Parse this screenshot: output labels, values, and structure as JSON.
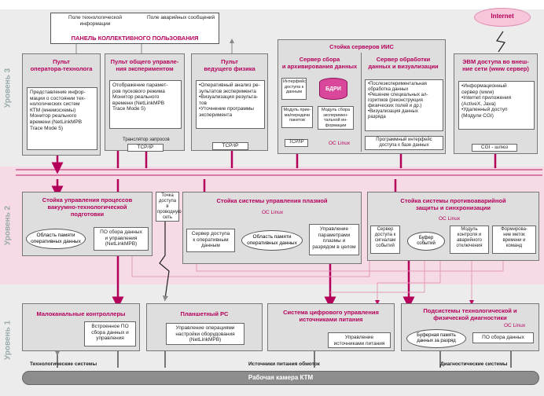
{
  "levels": {
    "l3": "Уровень 3",
    "l2": "Уровень 2",
    "l1": "Уровень 1"
  },
  "panel": {
    "field1": "Поле технологической\nинформации",
    "field2": "Поле аварийных сообщений",
    "title": "ПАНЕЛЬ КОЛЛЕКТИВНОГО ПОЛЬЗОВАНИЯ"
  },
  "internet": {
    "label": "Internet"
  },
  "operator": {
    "title": "Пульт\nоператора-технолога",
    "text": "Представление инфор-\nмации о состоянии тех-\nнологических систем\nКТМ (мнемосхемы)\nМонитор реального\nвремени (NetLinkMPB\nTrace Mode 5)"
  },
  "experiment": {
    "title": "Пульт общего управле-\nния экспериментом",
    "text": "Отображение парамет-\nров пускового режима\nМонитор реального\nвремени (NetLinkMPB\nTrace Mode 5)",
    "translator": "Транслятор запросов",
    "tcp": "TCP/IP"
  },
  "physicist": {
    "title": "Пульт\nведущего физика",
    "text": "•Оперативный анализ ре-\nзультатов эксперимента\n•Визуализация результа-\nтов\n•Уточнение программы\nэксперимента",
    "tcp": "TCP/IP"
  },
  "ias": {
    "title": "Стойка серверов ИИС",
    "collect_title": "Сервер сбора\nи архивирования данных",
    "access_if": "Интерфейс\nдоступа к\nданным",
    "db": "БДРИ",
    "receive_mod": "Модуль прие-\nма/передачи\nпакетов",
    "collect_mod": "Модуль сбора\nэксперимен-\nтальной ин-\nформации",
    "tcp": "TCP/IP",
    "os": "ОС Linux",
    "process_title": "Сервер обработки\nданных и визуализации",
    "process_text": "•Послеэкспериментальная\nобработка данных\n•Решение специальных ал-\nгоритмов (реконструкция\nфизических полей и др.)\n•Визуализация данных\nразряда",
    "api": "Программный интерфейс\nдоступа к базе данных"
  },
  "web": {
    "title": "ЭВМ доступа во внеш-\nние сети (www сервер)",
    "text": "•Информационный\nсервер (www)\n•Internet приложения\n(ActiveX, Java)\n•Удаленный доступ\n(Модули CGI)",
    "cgi": "CGI - шлюз"
  },
  "vacuum": {
    "title": "Стойка управления процессов\nвакуумно-технологической\nподготовки",
    "memory": "Область памяти\nоперативных данных",
    "po": "ПО сбора данных\nи управления\n(NetLinkMPB)"
  },
  "access_point": {
    "label": "Точка\nдоступа в\nпроводную\nсеть"
  },
  "plasma": {
    "title": "Стойка системы управления плазмой",
    "os": "ОС Linux",
    "server": "Сервер доступа\nк оперативным\nданным",
    "memory": "Область памяти\nоперативных данных",
    "control": "Управление\nпараметрами\nплазмы и\nразрядом в целом"
  },
  "protection": {
    "title": "Стойка системы противоаварийной\nзащиты и синхронизации",
    "os": "ОС Linux",
    "server": "Сервер\nдоступа к\nсигналам\nсобытий",
    "buffer": "Буфер\nсобытий",
    "control": "Модуль\nконтроля и\nаварийного\nотключения",
    "timer": "Формирова-\nние меток\nвремени и\nкоманд"
  },
  "controllers": {
    "title": "Малоканальные контроллеры",
    "text": "Встроенное ПО\nсбора данных и\nуправления"
  },
  "tablet": {
    "title": "Планшетный PC",
    "text": "Управление операциями\nнастройки оборудования\n(NetLinkMPB)"
  },
  "power": {
    "title": "Система цифрового управления\nисточниками питания",
    "text": "Управление\nисточниками питания"
  },
  "diagnostics": {
    "title": "Подсистемы технологической и\nфизической диагностики",
    "os": "ОС Linux",
    "buffer": "Буферная память\nданных за разряд",
    "po": "ПО сбора данных"
  },
  "bottom": {
    "tech": "Технологические системы",
    "sources": "Источники питания обмоток",
    "diag": "Диагностические системы",
    "chamber": "Рабочая камера КТМ"
  },
  "colors": {
    "accent": "#b4005a",
    "band3": "#ececec",
    "band2": "#f6dbe6",
    "band1": "#ececec"
  }
}
